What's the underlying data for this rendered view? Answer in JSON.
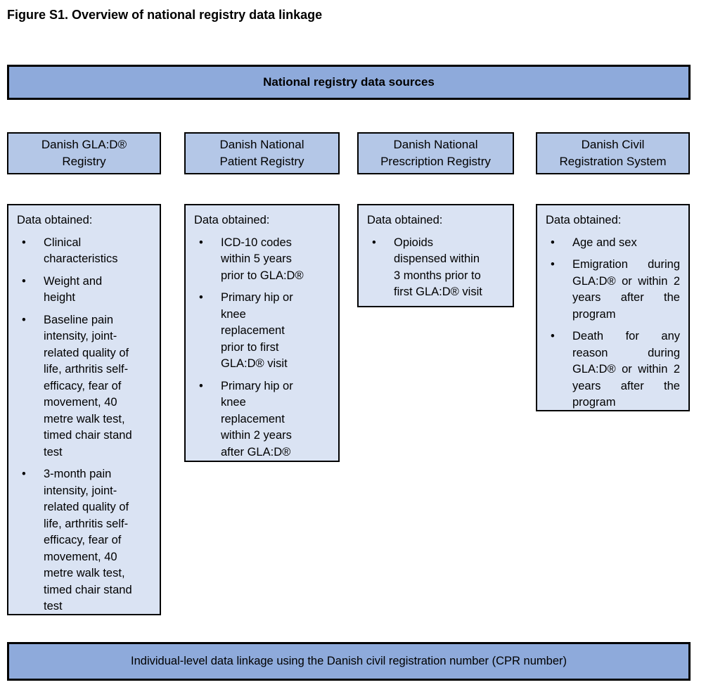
{
  "figure": {
    "title": "Figure S1. Overview of national registry data linkage"
  },
  "top_banner": "National registry data sources",
  "bottom_banner": "Individual-level data linkage using the Danish civil registration number (CPR number)",
  "bullet_char": "•",
  "colors": {
    "banner_fill": "#8EAADB",
    "header_fill": "#B4C7E7",
    "content_fill": "#DAE3F3",
    "border": "#000000",
    "text": "#000000",
    "page_bg": "#FFFFFF"
  },
  "columns": [
    {
      "header": "Danish GLA:D®\nRegistry",
      "data_label": "Data obtained:",
      "items": [
        "Clinical\ncharacteristics",
        "Weight and\nheight",
        "Baseline pain\nintensity, joint-\nrelated quality of\nlife, arthritis self-\nefficacy, fear of\nmovement, 40\nmetre walk test,\ntimed chair stand\ntest",
        "3-month pain\nintensity, joint-\nrelated quality of\nlife, arthritis self-\nefficacy, fear of\nmovement, 40\nmetre walk test,\ntimed chair stand\ntest"
      ]
    },
    {
      "header": "Danish National\nPatient Registry",
      "data_label": "Data obtained:",
      "items": [
        "ICD-10 codes\nwithin 5 years\nprior to GLA:D®",
        "Primary hip or\nknee\nreplacement\nprior to first\nGLA:D® visit",
        "Primary hip or\nknee\nreplacement\nwithin 2 years\nafter GLA:D®"
      ]
    },
    {
      "header": "Danish National\nPrescription Registry",
      "data_label": "Data obtained:",
      "items": [
        "Opioids\ndispensed within\n3 months prior to\nfirst GLA:D® visit"
      ]
    },
    {
      "header": "Danish Civil\nRegistration System",
      "data_label": "Data obtained:",
      "items": [
        "Age and sex",
        "Emigration during GLA:D® or within 2 years after the program",
        "Death for any reason during GLA:D® or within 2 years after the program"
      ]
    }
  ]
}
